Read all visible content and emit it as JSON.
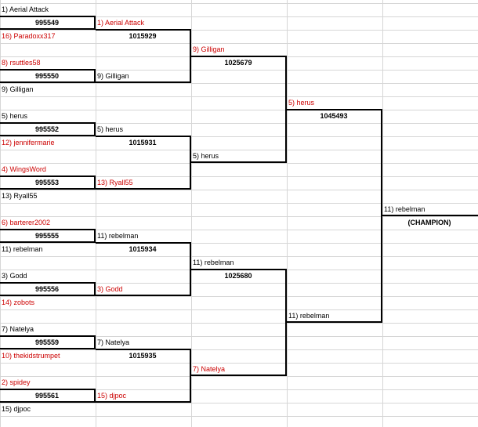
{
  "bracket": {
    "round1": [
      {
        "top": {
          "label": "1) Aerial Attack",
          "red": false
        },
        "match": "995549",
        "bottom": {
          "label": "16) Paradoxx317",
          "red": true
        }
      },
      {
        "top": {
          "label": "8) rsuttles58",
          "red": true
        },
        "match": "995550",
        "bottom": {
          "label": "9) Gilligan",
          "red": false
        }
      },
      {
        "top": {
          "label": "5) herus",
          "red": false
        },
        "match": "995552",
        "bottom": {
          "label": "12) jennifermarie",
          "red": true
        }
      },
      {
        "top": {
          "label": "4) WingsWord",
          "red": true
        },
        "match": "995553",
        "bottom": {
          "label": "13) Ryall55",
          "red": false
        }
      },
      {
        "top": {
          "label": "6) barterer2002",
          "red": true
        },
        "match": "995555",
        "bottom": {
          "label": "11) rebelman",
          "red": false
        }
      },
      {
        "top": {
          "label": "3) Godd",
          "red": false
        },
        "match": "995556",
        "bottom": {
          "label": "14) zobots",
          "red": true
        }
      },
      {
        "top": {
          "label": "7) Natelya",
          "red": false
        },
        "match": "995559",
        "bottom": {
          "label": "10) thekidstrumpet",
          "red": true
        }
      },
      {
        "top": {
          "label": "2) spidey",
          "red": true
        },
        "match": "995561",
        "bottom": {
          "label": "15) djpoc",
          "red": false
        }
      }
    ],
    "round2": [
      {
        "top": {
          "label": "1) Aerial Attack",
          "red": true
        },
        "match": "1015929",
        "bottom": {
          "label": "9) Gilligan",
          "red": false
        }
      },
      {
        "top": {
          "label": "5) herus",
          "red": false
        },
        "match": "1015931",
        "bottom": {
          "label": "13) Ryall55",
          "red": true
        }
      },
      {
        "top": {
          "label": "11) rebelman",
          "red": false
        },
        "match": "1015934",
        "bottom": {
          "label": "3) Godd",
          "red": true
        }
      },
      {
        "top": {
          "label": "7) Natelya",
          "red": false
        },
        "match": "1015935",
        "bottom": {
          "label": "15) djpoc",
          "red": true
        }
      }
    ],
    "round3": [
      {
        "top": {
          "label": "9) Gilligan",
          "red": true
        },
        "match": "1025679",
        "bottom": {
          "label": "5) herus",
          "red": false
        }
      },
      {
        "top": {
          "label": "11) rebelman",
          "red": false
        },
        "match": "1025680",
        "bottom": {
          "label": "7) Natelya",
          "red": true
        }
      }
    ],
    "round4": [
      {
        "top": {
          "label": "5) herus",
          "red": true
        },
        "match": "1045493",
        "bottom": {
          "label": "11) rebelman",
          "red": false
        }
      }
    ],
    "champion": {
      "name": "11) rebelman",
      "title": "(CHAMPION)"
    }
  },
  "colors": {
    "loser_text": "#cc0000",
    "winner_text": "#000000",
    "grid": "#d6d6d6",
    "bracket_line": "#000000"
  }
}
